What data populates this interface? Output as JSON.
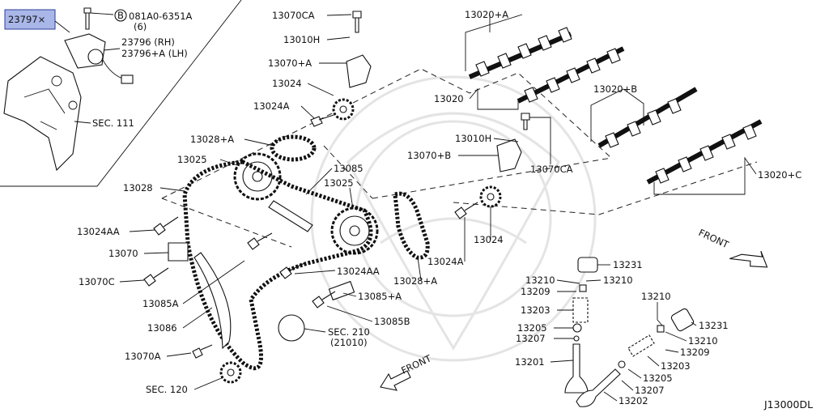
{
  "diagram": {
    "code": "J13000DL",
    "inset": {
      "highlighted_part": "23797×",
      "bolt_part": "081A0-6351A",
      "bolt_qty": "(6)",
      "bolt_symbol": "B",
      "sensor_rh": "23796   (RH)",
      "sensor_lh": "23796+A (LH)",
      "section_ref": "SEC. 111"
    },
    "front_labels": [
      "FRONT",
      "FRONT"
    ],
    "labels": {
      "p13070CA_top": "13070CA",
      "p13010H_top": "13010H",
      "p13070A_top": "13070+A",
      "p13024_top": "13024",
      "p13024A_top": "13024A",
      "p13028A_top": "13028+A",
      "p13025_left": "13025",
      "p13028": "13028",
      "p13085": "13085",
      "p13025_mid": "13025",
      "p13024AA_left": "13024AA",
      "p13070": "13070",
      "p13070C": "13070C",
      "p13085A": "13085A",
      "p13086": "13086",
      "p13070A_low": "13070A",
      "sec120": "SEC. 120",
      "p13024AA_mid": "13024AA",
      "p13085A_plus": "13085+A",
      "p13085B": "13085B",
      "sec210": "SEC. 210",
      "sec210_sub": "(21010)",
      "p13028A_mid": "13028+A",
      "p13024A_mid": "13024A",
      "p13024_mid": "13024",
      "p13020A": "13020+A",
      "p13020": "13020",
      "p13010H_mid": "13010H",
      "p13070B": "13070+B",
      "p13070CA_mid": "13070CA",
      "p13020B": "13020+B",
      "p13020C": "13020+C",
      "p13231_a": "13231",
      "p13210_a": "13210",
      "p13210_a2": "13210",
      "p13209_a": "13209",
      "p13203_a": "13203",
      "p13205_a": "13205",
      "p13207_a": "13207",
      "p13201": "13201",
      "p13210_b": "13210",
      "p13231_b": "13231",
      "p13210_b2": "13210",
      "p13209_b": "13209",
      "p13203_b": "13203",
      "p13205_b": "13205",
      "p13207_b": "13207",
      "p13202": "13202"
    }
  }
}
